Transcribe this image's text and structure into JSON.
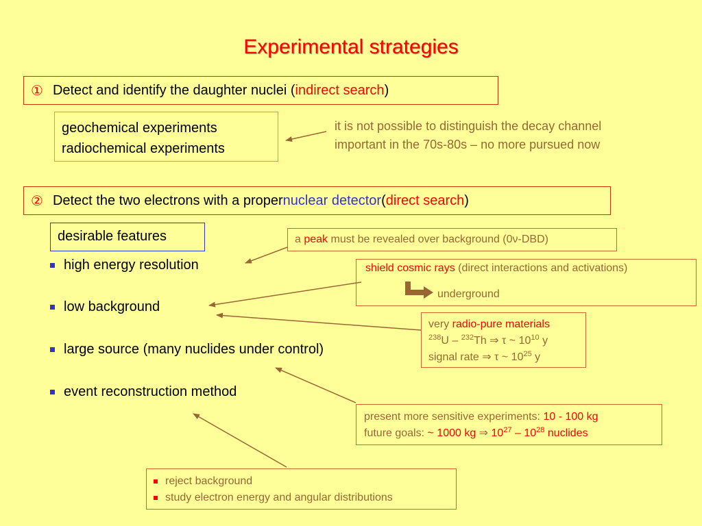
{
  "title": "Experimental strategies",
  "strategy1": {
    "marker": "①",
    "text": "Detect and identify the daughter nuclei (",
    "highlight": "indirect search",
    "close": ")"
  },
  "geo_box": {
    "line1": "geochemical experiments",
    "line2": "radiochemical experiments"
  },
  "geo_note": {
    "line1": "it is not possible to distinguish the decay channel",
    "line2": "important in the 70s-80s – no more pursued now"
  },
  "strategy2": {
    "marker": "②",
    "text": "Detect the two electrons with a proper ",
    "highlight_blue": "nuclear detector",
    "open": " (",
    "highlight_red": "direct search",
    "close": ")"
  },
  "desirable": "desirable features",
  "features": [
    "high energy resolution",
    "low background",
    "large source (many nuclides under control)",
    "event reconstruction method"
  ],
  "peak_note": {
    "a": "a ",
    "peak": "peak",
    "rest": " must be revealed over background (0ν-DBD)"
  },
  "shield_note": {
    "red": "shield cosmic rays",
    "rest": " (direct interactions and activations)",
    "sub": "underground"
  },
  "radio_note": {
    "very": "very ",
    "red": "radio-pure materials",
    "iso1_mass": "238",
    "iso1": "U – ",
    "iso2_mass": "232",
    "iso2": "Th ⇒ τ ~ 10",
    "exp1": "10",
    "unit1": " y",
    "signal": "signal rate ⇒ τ ~ 10",
    "exp2": "25",
    "unit2": " y"
  },
  "present_note": {
    "line1": "present more sensitive experiments: ",
    "line1_red": "10 - 100 kg",
    "line2": "future goals: ",
    "line2_red": "~ 1000 kg ",
    "arrow": "⇒",
    "v1": " 10",
    "e1": "27",
    "dash": " – 10",
    "e2": "28",
    "nuclides": " nuclides"
  },
  "reject_note": [
    "reject background",
    "study electron energy and angular distributions"
  ],
  "colors": {
    "background": "#ffff99",
    "title": "#ff0000",
    "note_text": "#996633",
    "bullet": "#3333cc",
    "arrow": "#996633"
  }
}
